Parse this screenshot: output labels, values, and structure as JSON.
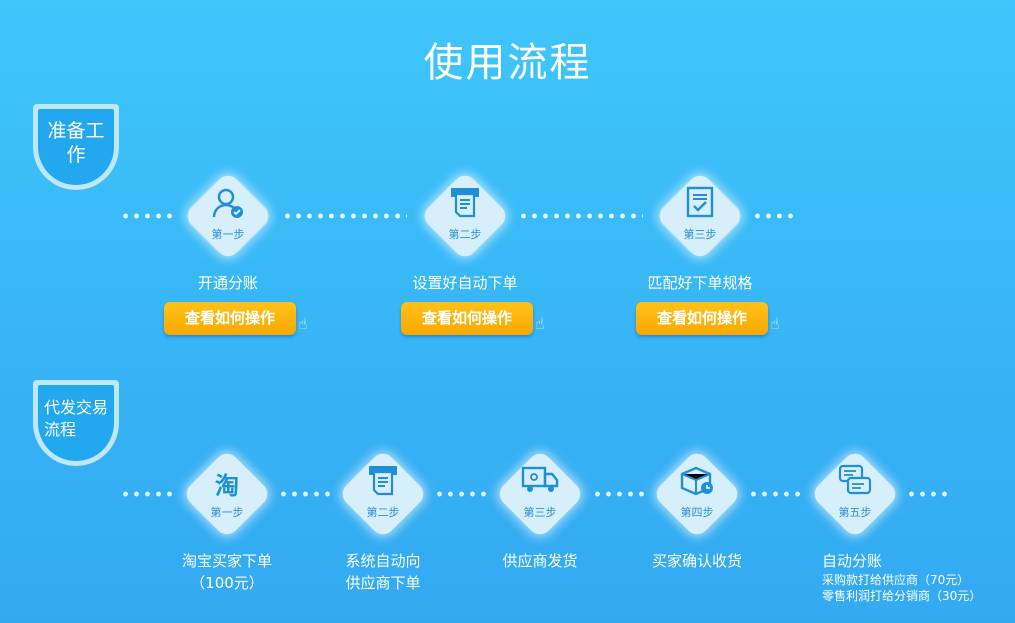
{
  "title": "使用流程",
  "sections": [
    {
      "badge": "准备工作",
      "steps": [
        {
          "step": "第一步",
          "label": "开通分账",
          "icon": "user-check-icon",
          "button": "查看如何操作"
        },
        {
          "step": "第二步",
          "label": "设置好自动下单",
          "icon": "printer-order-icon",
          "button": "查看如何操作"
        },
        {
          "step": "第三步",
          "label": "匹配好下单规格",
          "icon": "document-check-icon",
          "button": "查看如何操作"
        }
      ]
    },
    {
      "badge": "代发交易流程",
      "steps": [
        {
          "step": "第一步",
          "label": "淘宝买家下单",
          "label2": "（100元）",
          "icon": "taobao-icon",
          "glyph": "淘"
        },
        {
          "step": "第二步",
          "label": "系统自动向",
          "label2": "供应商下单",
          "icon": "printer-order-icon"
        },
        {
          "step": "第三步",
          "label": "供应商发货",
          "icon": "delivery-truck-icon"
        },
        {
          "step": "第四步",
          "label": "买家确认收货",
          "icon": "package-clock-icon"
        },
        {
          "step": "第五步",
          "label": "自动分账",
          "sub1": "采购款打给供应商（70元）",
          "sub2": "零售利润打给分销商（30元）",
          "icon": "chat-bubbles-icon"
        }
      ]
    }
  ],
  "colors": {
    "accent": "#f9a800",
    "icon": "#1f8fd6"
  }
}
